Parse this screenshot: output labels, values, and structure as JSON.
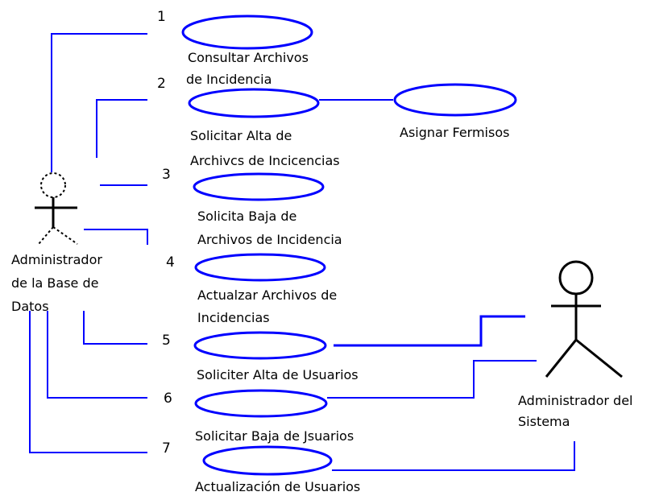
{
  "actors": [
    {
      "id": "db-admin",
      "label_lines": [
        "Administrador",
        "de la Base de",
        "Datos"
      ]
    },
    {
      "id": "sys-admin",
      "label_lines": [
        "Administrador del",
        "Sistema"
      ]
    }
  ],
  "use_cases": [
    {
      "number": "1",
      "label_lines": [
        "Consultar  Archivos",
        "de  Incidencia"
      ]
    },
    {
      "number": "2",
      "label_lines": [
        "Solicitar Alta de",
        "Archivcs de Incicencias"
      ]
    },
    {
      "number": "3",
      "label_lines": [
        "Solicita Baja de",
        "Archivos de  Incidencia"
      ]
    },
    {
      "number": "4",
      "label_lines": [
        "Actualzar Archivos de",
        "Incidencias"
      ]
    },
    {
      "number": "5",
      "label_lines": [
        "Soliciter Alta de Usuarios"
      ]
    },
    {
      "number": "6",
      "label_lines": [
        "Solicitar Baja de Jsuarios"
      ]
    },
    {
      "number": "7",
      "label_lines": [
        "Actualización de Usuarios"
      ]
    }
  ],
  "extra_use_case": {
    "label": "Asignar Fermisos"
  },
  "colors": {
    "connector": "#0000ff",
    "actor": "#000000",
    "text": "#000000"
  }
}
